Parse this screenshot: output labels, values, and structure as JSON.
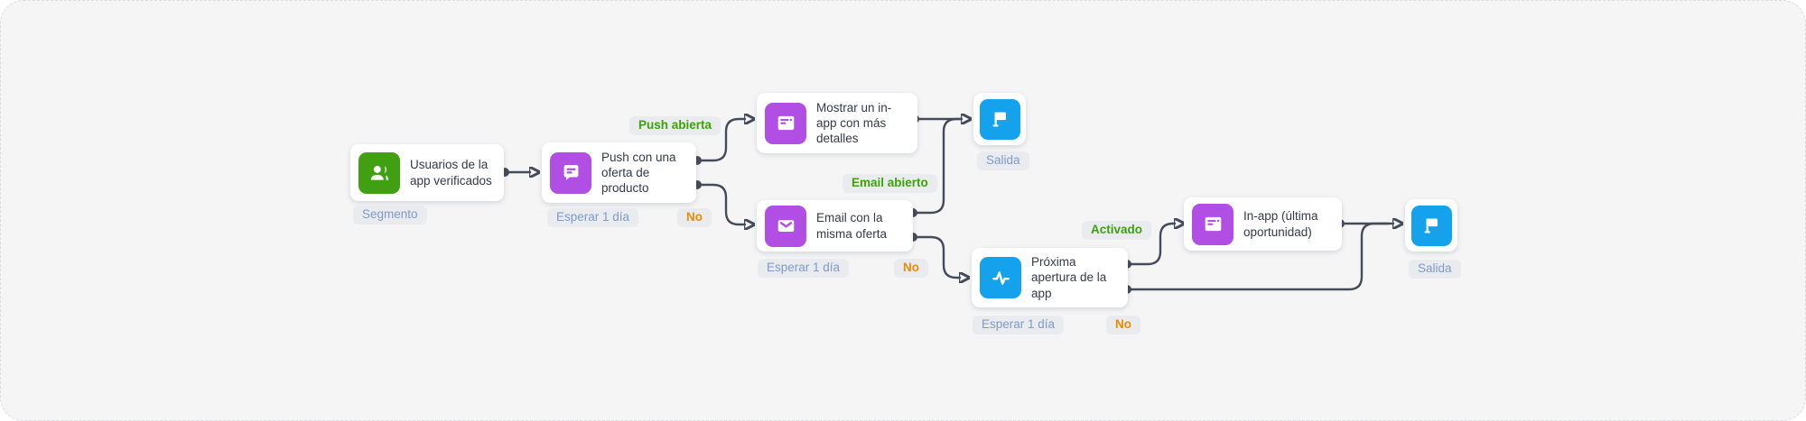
{
  "app": {
    "name": "Customer journey flow builder"
  },
  "colors": {
    "canvas_bg": "#F5F5F6",
    "connector": "#454C59",
    "segment_green": "#41A011",
    "channel_purple": "#B14FE4",
    "action_blue": "#15A2EC",
    "badge_bg": "#E9EBEF",
    "badge_text_blue": "#7E9BC7",
    "label_green": "#3EA10B",
    "label_orange": "#F08B07",
    "title_text": "#343A46"
  },
  "icons": {
    "segment": "users-icon",
    "push": "push-message-icon",
    "inapp": "inapp-window-icon",
    "email": "email-icon",
    "next_open": "activity-pulse-icon",
    "exit": "flag-icon"
  },
  "nodes": {
    "segment": {
      "title": "Usuarios de la app verificados",
      "badge": "Segmento"
    },
    "push": {
      "title": "Push con una oferta de producto",
      "badge": "Esperar 1 día",
      "no_label": "No"
    },
    "inapp_details": {
      "title": "Mostrar un in-app con más detalles"
    },
    "email": {
      "title": "Email con la misma oferta",
      "badge": "Esperar 1 día",
      "no_label": "No"
    },
    "next_open": {
      "title": "Próxima apertura de la app",
      "badge": "Esperar 1 día",
      "no_label": "No"
    },
    "inapp_last": {
      "title": "In-app (última oportunidad)"
    },
    "exit_top": {
      "badge": "Salida"
    },
    "exit_bottom": {
      "badge": "Salida"
    }
  },
  "edge_labels": {
    "push_opened": "Push abierta",
    "email_opened": "Email abierto",
    "activated": "Activado"
  }
}
